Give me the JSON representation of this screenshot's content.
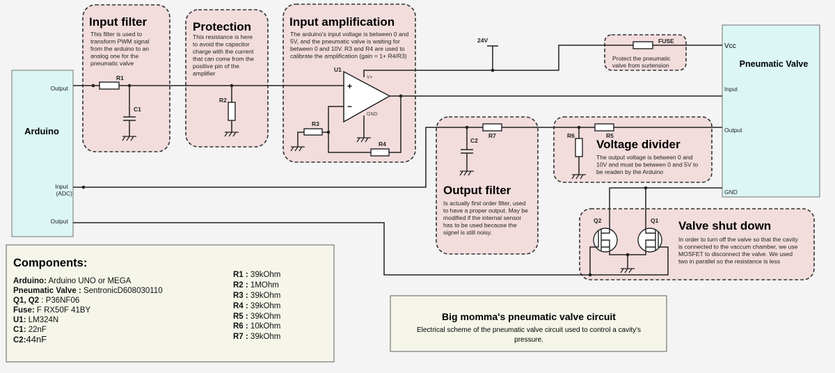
{
  "arduino": {
    "title": "Arduino",
    "pin_output1": "Output",
    "pin_input_line1": "Input",
    "pin_input_line2": "(ADC)",
    "pin_output2": "Output"
  },
  "valve": {
    "title": "Pneumatic Valve",
    "pin_vcc": "Vcc",
    "pin_input": "Input",
    "pin_output": "Output",
    "pin_gnd": "GND"
  },
  "input_filter": {
    "title": "Input filter",
    "lines": [
      "This filter is used to",
      "transform PWM signal",
      "from the arduino to an",
      "analog one for the",
      "pneumatic valve"
    ]
  },
  "protection": {
    "title": "Protection",
    "lines": [
      "This resistance is here",
      "to avoid the capacitor",
      "charge with the current",
      "that can come from the",
      "positive pin of  the",
      "amplifier"
    ]
  },
  "input_amp": {
    "title": "Input amplification",
    "lines": [
      "The arduino's input voltage is between 0 and",
      "5V, and the pneumatic valve is waiting for",
      "between 0 and 10V. R3 and R4 are used to",
      "calibrate the amplification (gain = 1+ R4/R3)"
    ]
  },
  "fuse_box": {
    "label": "FUSE",
    "lines": [
      "Protect the pneumatic",
      "valve from surtension"
    ]
  },
  "output_filter": {
    "title": "Output filter",
    "lines": [
      "Is actually first order filter, used",
      "to have a proper output. May be",
      "modified if the internal sensor",
      "has to be used because the",
      "signel is still noisy."
    ]
  },
  "voltage_divider": {
    "title": "Voltage divider",
    "lines": [
      "The output voltage is between 0 and",
      "10V and must be between 0 and 5V to",
      "be readen by the Arduino"
    ]
  },
  "valve_shutdown": {
    "title": "Valve shut down",
    "lines": [
      "In order to turn off the valve so that  the cavity",
      "is connected to the vaccum chamber, we use",
      "MOSFET to disconnect the valve. We used",
      "two in parallel so the resistance is less"
    ]
  },
  "parts": {
    "R1": "R1",
    "R2": "R2",
    "R3": "R3",
    "R4": "R4",
    "R5": "R5",
    "R6": "R6",
    "R7": "R7",
    "C1": "C1",
    "C2": "C2",
    "U1": "U1",
    "Q1": "Q1",
    "Q2": "Q2",
    "supply": "24V",
    "vplus": "V+",
    "gnd": "GND",
    "plus": "+",
    "minus": "−"
  },
  "components": {
    "title": "Components:",
    "items": [
      {
        "name": "Arduino:",
        "value": " Arduino UNO  or MEGA"
      },
      {
        "name": "Pneumatic Valve :",
        "value": " SentronicD608030110"
      },
      {
        "name": "Q1, Q2",
        "value": " : P36NF06"
      },
      {
        "name": "Fuse:",
        "value": " F RX50F 41BY"
      },
      {
        "name": "U1:",
        "value": " LM324N"
      },
      {
        "name": "C1:",
        "value": " 22nF"
      },
      {
        "name": "C2:",
        "value": "44nF"
      }
    ],
    "resistors": [
      {
        "name": "R1 :",
        "value": " 39kOhm"
      },
      {
        "name": "R2 :",
        "value": " 1MOhm"
      },
      {
        "name": "R3 :",
        "value": " 39kOhm"
      },
      {
        "name": "R4 :",
        "value": " 39kOhm"
      },
      {
        "name": "R5 :",
        "value": " 39kOhm"
      },
      {
        "name": "R6 :",
        "value": " 10kOhm"
      },
      {
        "name": "R7 :",
        "value": " 39kOhm"
      }
    ]
  },
  "footer": {
    "title": "Big momma's pneumatic valve circuit",
    "line1": "Electrical scheme of the pneumatic valve circuit used to control a cavity's",
    "line2": "pressure."
  }
}
